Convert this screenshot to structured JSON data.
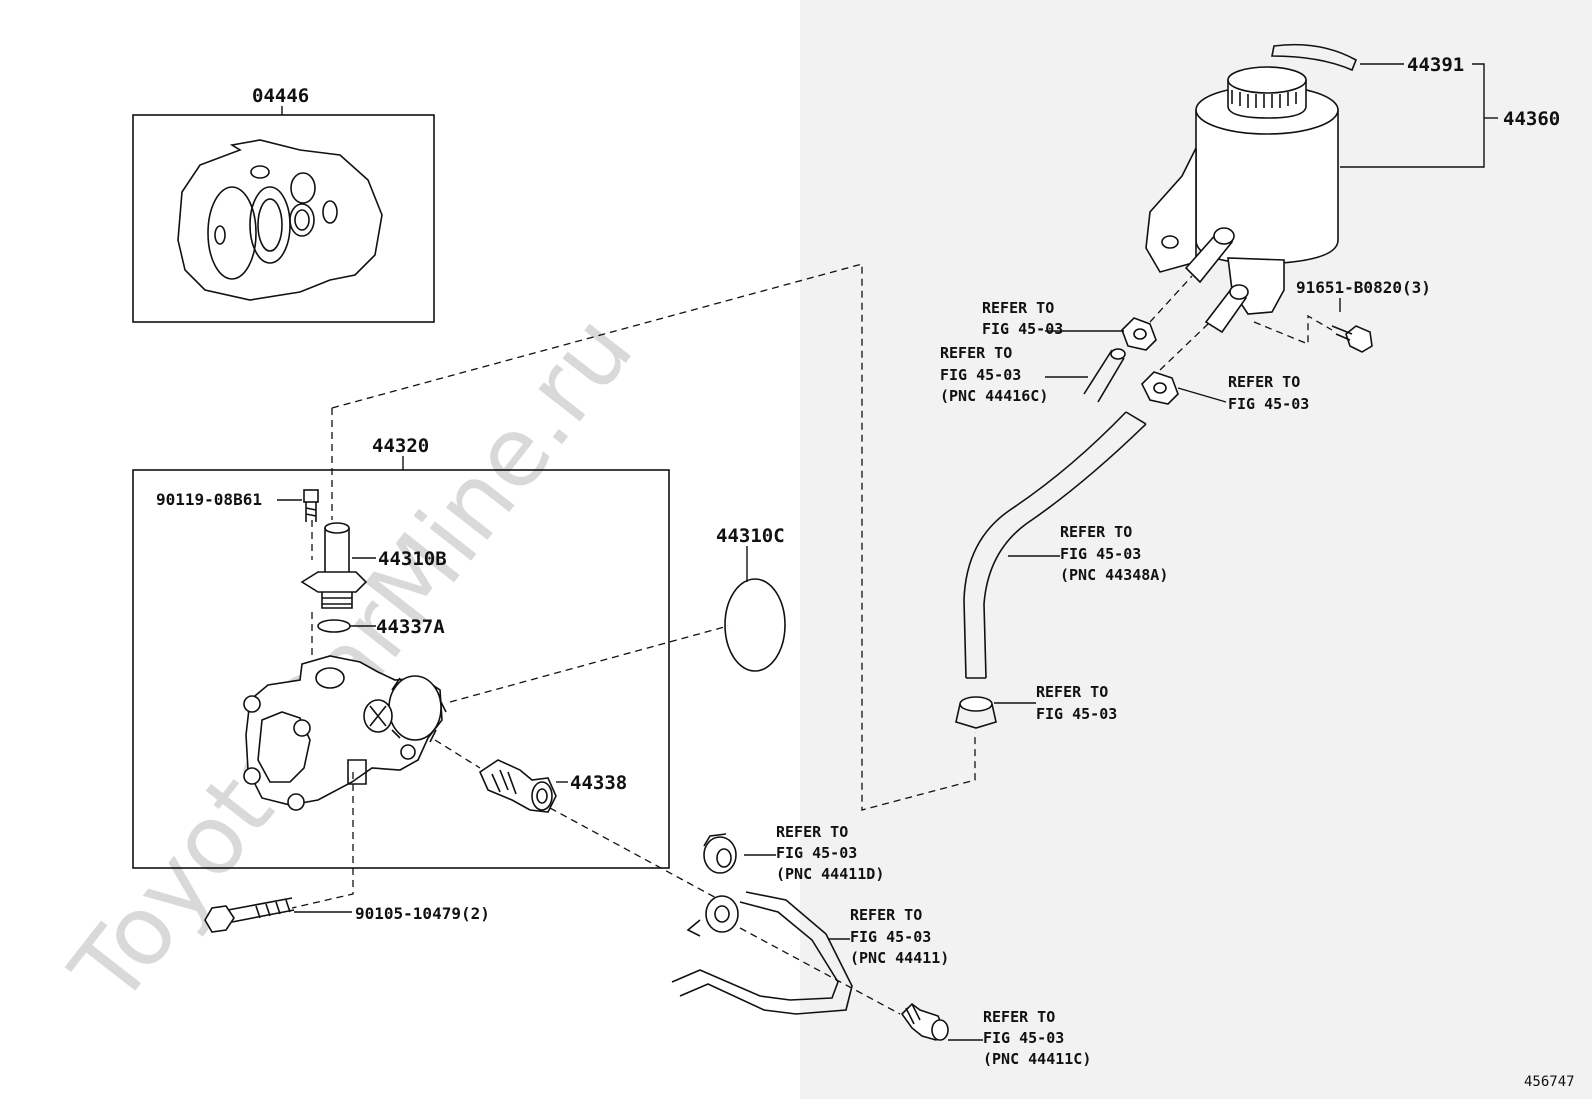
{
  "watermark": "ToyotaCarMine.ru",
  "figure_number": "456747",
  "parts": {
    "p04446": "04446",
    "p44320": "44320",
    "p90119": "90119-08B61",
    "p44310B": "44310B",
    "p44337A": "44337A",
    "p44310C": "44310C",
    "p44338": "44338",
    "p90105": "90105-10479(2)",
    "p44391": "44391",
    "p44360": "44360",
    "p91651": "91651-B0820(3)"
  },
  "refs": {
    "refer_to": "REFER TO",
    "fig": "FIG 45-03",
    "r1_pnc": "",
    "r2_pnc": "(PNC 44416C)",
    "r4_pnc": "(PNC 44348A)",
    "r6_pnc": "(PNC 44411D)",
    "r7_pnc": "(PNC 44411)",
    "r8_pnc": "(PNC 44411C)"
  }
}
